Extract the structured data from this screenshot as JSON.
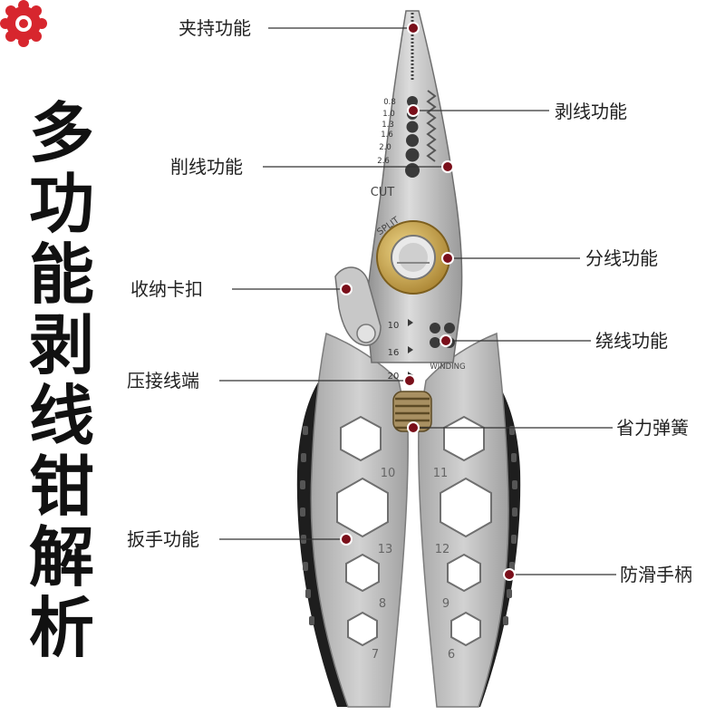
{
  "title_chars": [
    "多",
    "功",
    "能",
    "剥",
    "线",
    "钳",
    "解",
    "析"
  ],
  "callouts": {
    "clamp": "夹持功能",
    "strip": "剥线功能",
    "shave": "削线功能",
    "split": "分线功能",
    "latch": "收纳卡扣",
    "wind": "绕线功能",
    "crimp": "压接线端",
    "spring": "省力弹簧",
    "wrench": "扳手功能",
    "grip": "防滑手柄"
  },
  "blade": {
    "gauges": [
      "0.8",
      "1.0",
      "1.3",
      "1.6",
      "2.0",
      "2.6"
    ],
    "cut": "CUT",
    "split": "SPLIT",
    "crimp_sizes": [
      "10",
      "16",
      "20"
    ],
    "winding": "WINDING"
  },
  "hex_sizes": {
    "left": [
      "10",
      "13",
      "8",
      "7"
    ],
    "right": [
      "11",
      "12",
      "9",
      "6"
    ]
  },
  "colors": {
    "logo_red": "#d7262e",
    "marker": "#7a0f1a",
    "grip_black": "#1e1e1e",
    "steel": "#b4b4b4",
    "brass": "#c9a24a"
  }
}
